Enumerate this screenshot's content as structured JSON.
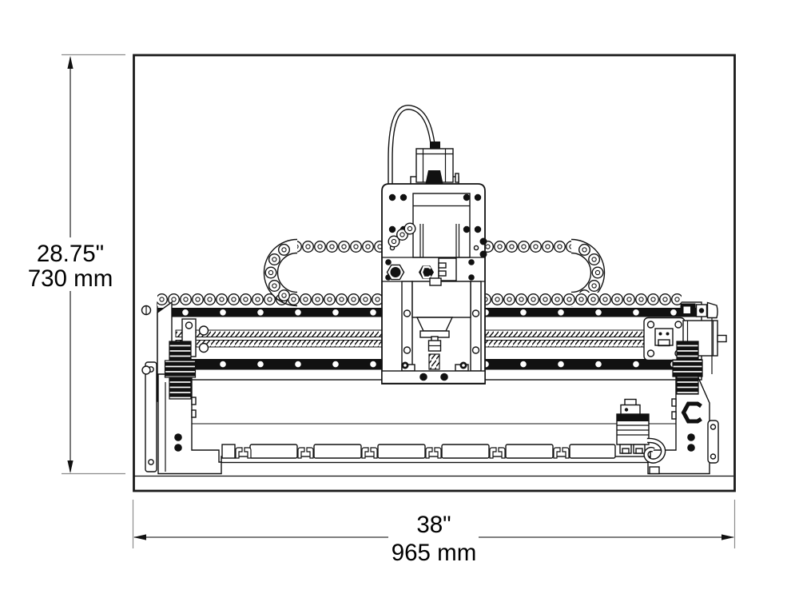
{
  "document": {
    "type": "technical-dimension-drawing",
    "subject": "Benchtop CNC router machine — front elevation view with overall dimensions",
    "background": "#ffffff"
  },
  "dimensions": {
    "height": {
      "imperial": "28.75\"",
      "metric": "730 mm"
    },
    "width": {
      "imperial": "38\"",
      "metric": "965 mm"
    }
  },
  "icons": {
    "carriage_logo": "carbide-hexagon-c-logo",
    "leg_logo": "carbide-hexagon-c-logo",
    "height_arrows": "double-headed-vertical-dimension-arrow",
    "width_arrows": "double-headed-horizontal-dimension-arrow"
  },
  "colors": {
    "line": "#111111",
    "frame_border": "#1a1a1a",
    "extension_line": "#8c8c8c",
    "dimension_line": "#333333",
    "fill": "#ffffff",
    "dark_fill": "#111111"
  }
}
